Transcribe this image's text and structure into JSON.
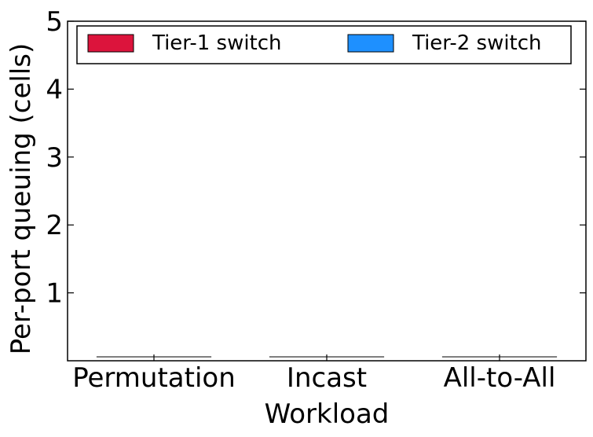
{
  "chart_data": {
    "type": "bar",
    "title": "",
    "xlabel": "Workload",
    "ylabel": "Per-port queuing (cells)",
    "categories": [
      "Permutation",
      "Incast",
      "All-to-All"
    ],
    "series": [
      {
        "name": "Tier-1 switch",
        "color": "#dc143c",
        "values": [
          0,
          0,
          0
        ]
      },
      {
        "name": "Tier-2 switch",
        "color": "#1e90ff",
        "values": [
          0,
          0,
          0
        ]
      }
    ],
    "ylim": [
      0,
      5
    ],
    "yticks": [
      1,
      2,
      3,
      4,
      5
    ],
    "grid": false,
    "legend": "top (two columns)"
  }
}
